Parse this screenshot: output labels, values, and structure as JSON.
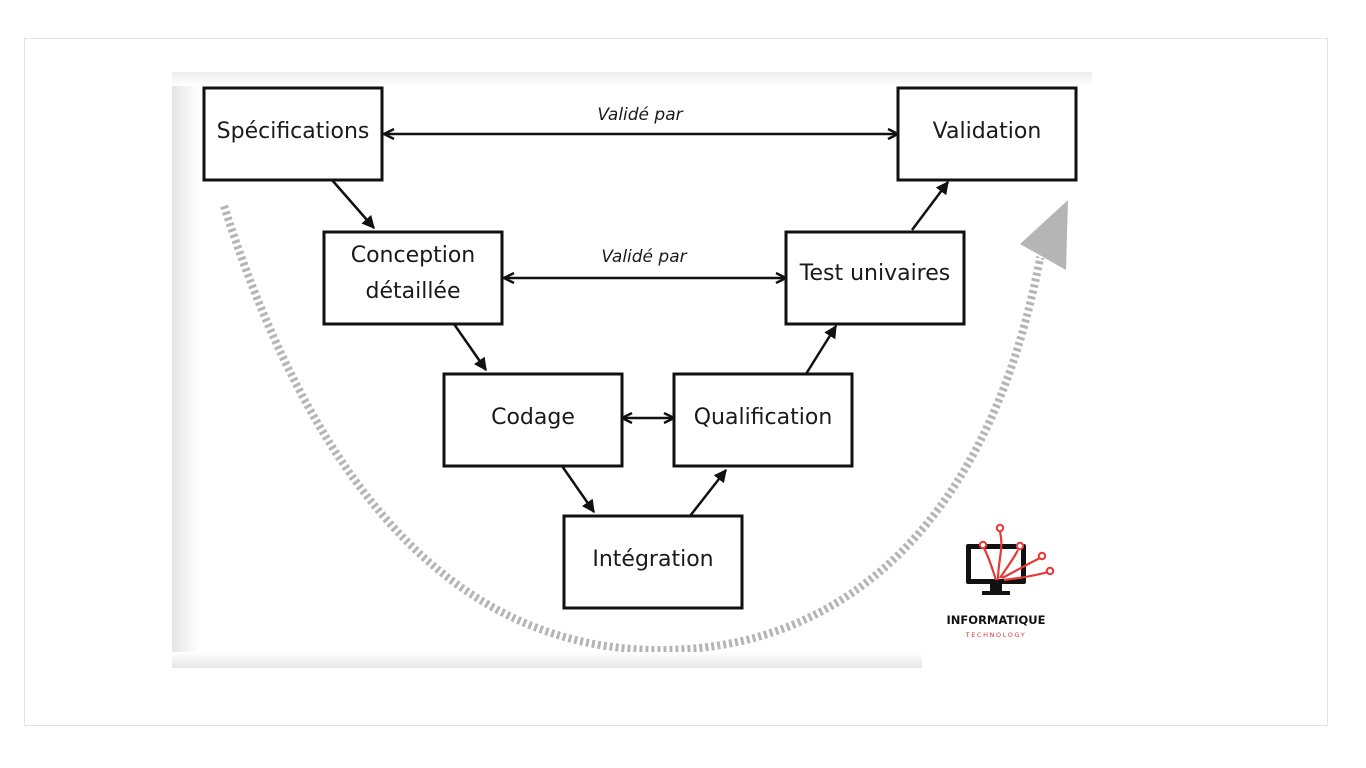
{
  "diagram": {
    "nodes": {
      "specifications": "Spécifications",
      "validation": "Validation",
      "conception_line1": "Conception",
      "conception_line2": "détaillée",
      "tests": "Test univaires",
      "codage": "Codage",
      "qualification": "Qualification",
      "integration": "Intégration"
    },
    "edge_labels": {
      "top": "Validé par",
      "middle": "Validé par"
    },
    "colors": {
      "box_stroke": "#111111",
      "dotted_arrow": "#b5b5b5"
    }
  },
  "logo": {
    "title": "INFORMATIQUE",
    "subtitle": "TECHNOLOGY",
    "accent_color": "#e53935",
    "icon": "monitor-circuit-icon"
  }
}
